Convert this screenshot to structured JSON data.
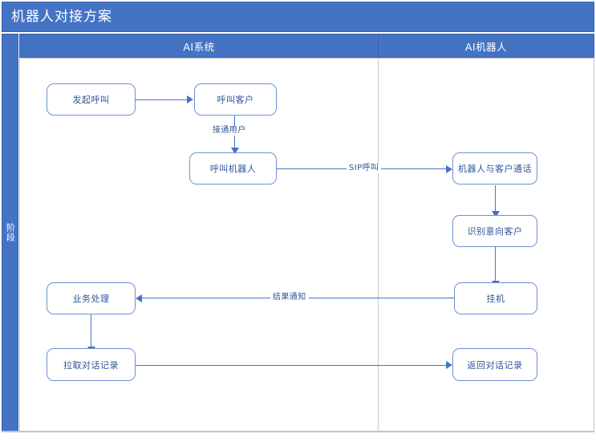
{
  "diagram": {
    "title": "机器人对接方案",
    "phase_label": "阶段",
    "lanes": [
      {
        "id": "ai-system",
        "label": "AI系统"
      },
      {
        "id": "ai-robot",
        "label": "AI机器人"
      }
    ],
    "nodes": [
      {
        "id": "initiate-call",
        "label": "发起呼叫",
        "lane": "ai-system"
      },
      {
        "id": "call-customer",
        "label": "呼叫客户",
        "lane": "ai-system"
      },
      {
        "id": "call-robot",
        "label": "呼叫机器人",
        "lane": "ai-system"
      },
      {
        "id": "business-process",
        "label": "业务处理",
        "lane": "ai-system"
      },
      {
        "id": "pull-dialog-records",
        "label": "拉取对话记录",
        "lane": "ai-system"
      },
      {
        "id": "robot-talks",
        "label": "机器人与客户通话",
        "lane": "ai-robot"
      },
      {
        "id": "identify-intent",
        "label": "识别意向客户",
        "lane": "ai-robot"
      },
      {
        "id": "hang-up",
        "label": "挂机",
        "lane": "ai-robot"
      },
      {
        "id": "return-dialog-records",
        "label": "返回对话记录",
        "lane": "ai-robot"
      }
    ],
    "connectors": [
      {
        "id": "initiate-to-call-customer",
        "from": "initiate-call",
        "to": "call-customer",
        "label": ""
      },
      {
        "id": "connect-user",
        "from": "call-customer",
        "to": "call-robot",
        "label": "接通用户"
      },
      {
        "id": "sip-call",
        "from": "call-robot",
        "to": "robot-talks",
        "label": "SIP呼叫"
      },
      {
        "id": "talk-to-identify",
        "from": "robot-talks",
        "to": "identify-intent",
        "label": ""
      },
      {
        "id": "identify-to-hangup",
        "from": "identify-intent",
        "to": "hang-up",
        "label": ""
      },
      {
        "id": "result-notify",
        "from": "hang-up",
        "to": "business-process",
        "label": "结果通知"
      },
      {
        "id": "process-to-pull",
        "from": "business-process",
        "to": "pull-dialog-records",
        "label": ""
      },
      {
        "id": "pull-to-return",
        "from": "pull-dialog-records",
        "to": "return-dialog-records",
        "label": ""
      }
    ],
    "colors": {
      "header_blue": "#4573c4",
      "node_border": "#6f90d4",
      "node_text": "#2f5597",
      "connector": "#4673c6",
      "lane_border": "#c9c9c9"
    }
  }
}
